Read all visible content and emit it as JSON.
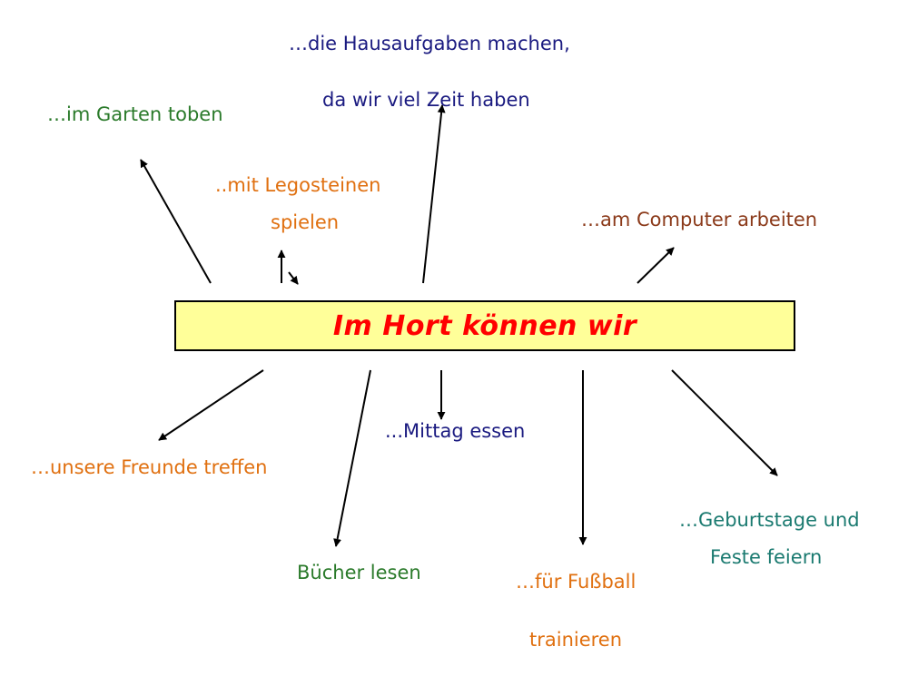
{
  "colors": {
    "title": "#ff0000",
    "navy": "#1a1a80",
    "green": "#2a7a2a",
    "orange": "#e07010",
    "brown": "#8b3a1a",
    "teal": "#1a7a70",
    "box_fill": "#ffff99"
  },
  "center": {
    "title": "Im Hort können wir"
  },
  "labels": {
    "hausaufgaben": [
      "…die Hausaufgaben machen,",
      "da wir viel Zeit haben"
    ],
    "garten": [
      "…im Garten toben"
    ],
    "lego": [
      "..mit Legosteinen",
      "spielen"
    ],
    "computer": [
      "…am Computer arbeiten"
    ],
    "freunde": [
      "…unsere Freunde treffen"
    ],
    "mittag": [
      "...Mittag essen"
    ],
    "buecher": [
      "Bücher lesen"
    ],
    "fussball": [
      "…für Fußball",
      "trainieren"
    ],
    "geburtstage": [
      "…Geburtstage und",
      "Feste feiern"
    ]
  }
}
